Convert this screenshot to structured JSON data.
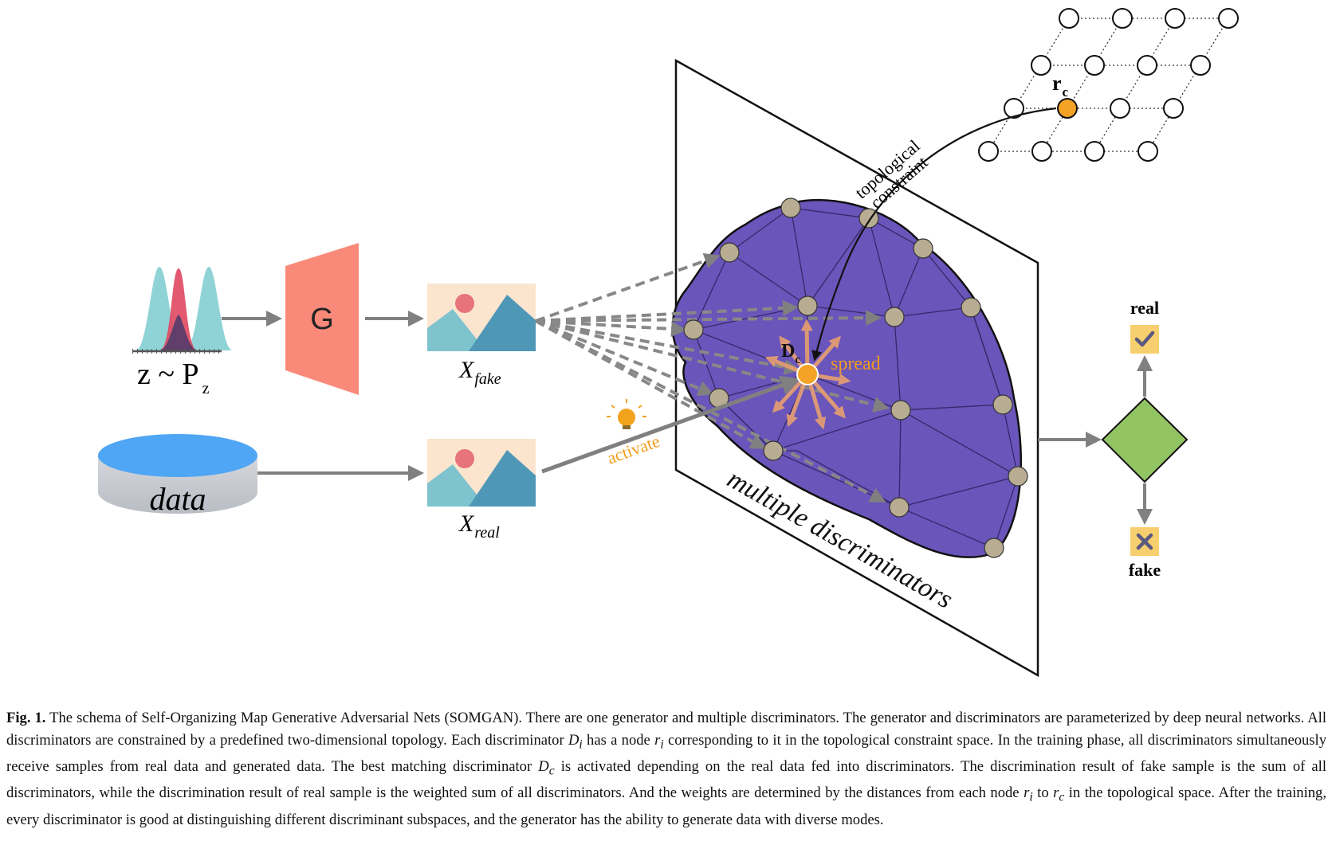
{
  "diagram": {
    "noise": {
      "label_main": "z ~ P",
      "label_sub": "z"
    },
    "generator": {
      "label": "G"
    },
    "dataset": {
      "label": "data"
    },
    "fake_image": {
      "label_main": "X",
      "label_sub": "fake"
    },
    "real_image": {
      "label_main": "X",
      "label_sub": "real"
    },
    "activate_label": "activate",
    "best_node": {
      "label_main": "D",
      "label_sub": "c"
    },
    "spread_label": "spread",
    "topology_label_line1": "topological",
    "topology_label_line2": "constraint",
    "topology_node": {
      "label_main": "r",
      "label_sub": "c"
    },
    "plane_label": "multiple discriminators",
    "output_real": "real",
    "output_fake": "fake",
    "colors": {
      "generator": "#f98a7a",
      "blob": "#6a55bb",
      "node": "#b8ad92",
      "active_node": "#f5a326",
      "accent_text": "#f39c1c",
      "decision": "#93c464",
      "badge": "#f8cf6e",
      "dataset": "#4ea6f5",
      "arrow": "#808080"
    }
  },
  "caption": {
    "fig": "Fig. 1.",
    "t1": " The schema of Self-Organizing Map Generative Adversarial Nets (SOMGAN). There are one generator and multiple discriminators. The generator and discriminators are parameterized by deep neural networks. All discriminators are constrained by a predefined two-dimensional topology. Each discriminator ",
    "m1": "D",
    "m1s": "i",
    "t2": " has a node ",
    "m2": "r",
    "m2s": "i",
    "t3": " corresponding to it in the topological constraint space. In the training phase, all discriminators simultaneously receive samples from real data and generated data. The best matching discriminator ",
    "m3": "D",
    "m3s": "c",
    "t4": " is activated depending on the real data fed into discriminators. The discrimination result of fake sample is the sum of all discriminators, while the discrimination result of real sample is the weighted sum of all discriminators. And the weights are determined by the distances from each node ",
    "m4": "r",
    "m4s": "i",
    "t5": " to ",
    "m5": "r",
    "m5s": "c",
    "t6": " in the topological space. After the training, every discriminator is good at distinguishing different discriminant subspaces, and the generator has the ability to generate data with diverse modes."
  }
}
